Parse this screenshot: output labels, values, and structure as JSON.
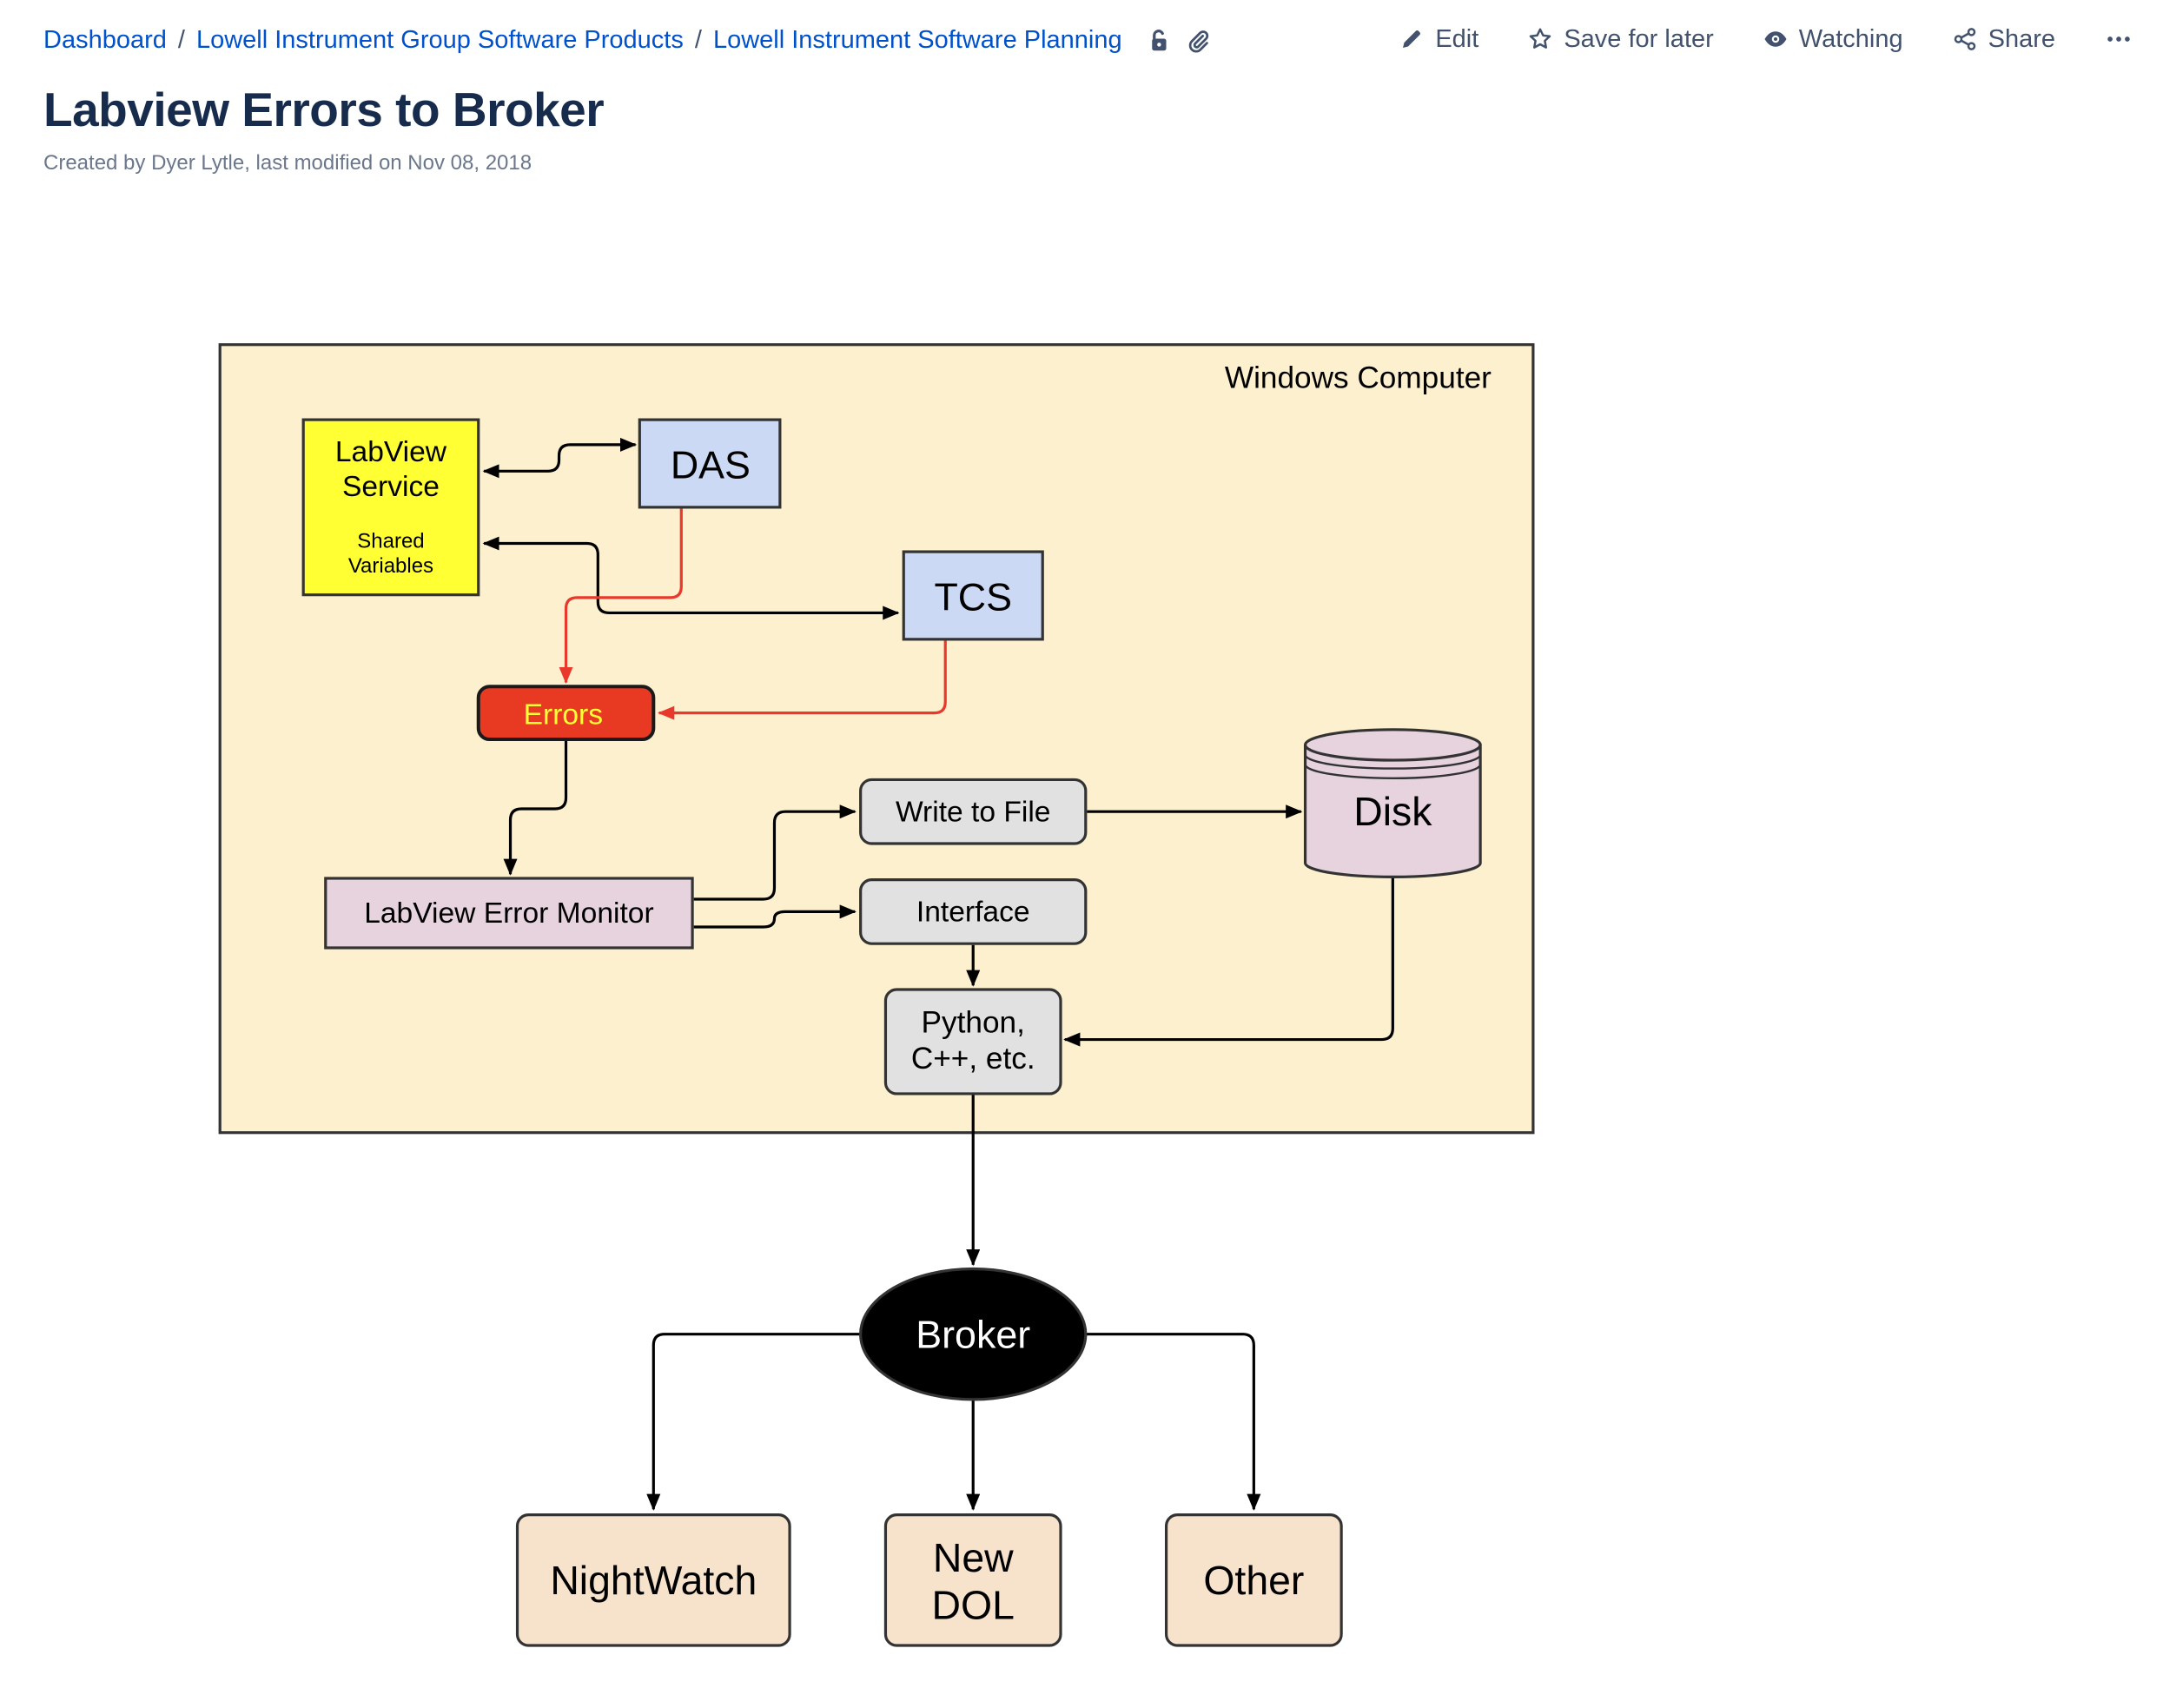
{
  "breadcrumbs": [
    "Dashboard",
    "Lowell Instrument Group Software Products",
    "Lowell Instrument Software Planning"
  ],
  "breadcrumb_icons": [
    "unlock-icon",
    "paperclip-icon"
  ],
  "actions": {
    "edit": "Edit",
    "save_for_later": "Save for later",
    "watching": "Watching",
    "share": "Share",
    "more_icon": "more-icon"
  },
  "page": {
    "title": "Labview Errors to Broker",
    "byline": "Created by Dyer Lytle, last modified on Nov 08, 2018"
  },
  "diagram": {
    "container_label": "Windows Computer",
    "nodes": {
      "labview_service": [
        "LabView",
        "Service"
      ],
      "shared_variables": [
        "Shared",
        "Variables"
      ],
      "das": "DAS",
      "tcs": "TCS",
      "errors": "Errors",
      "error_monitor": "LabView Error Monitor",
      "write_to_file": "Write to File",
      "interface": "Interface",
      "disk": "Disk",
      "python": [
        "Python,",
        "C++, etc."
      ],
      "broker": "Broker",
      "nightwatch": "NightWatch",
      "new_dol": [
        "New",
        "DOL"
      ],
      "other": "Other"
    },
    "colors": {
      "container_fill": "#fcf0ce",
      "labview_fill": "#ffff33",
      "das_tcs_fill": "#ccd9f5",
      "errors_fill": "#e83a23",
      "errors_text": "#ffff33",
      "error_arrows": "#e8392c",
      "monitor_disk_fill": "#e6d3de",
      "gray_box_fill": "#e1e1e1",
      "broker_fill": "#000000",
      "consumer_fill": "#f7e2cc"
    }
  }
}
